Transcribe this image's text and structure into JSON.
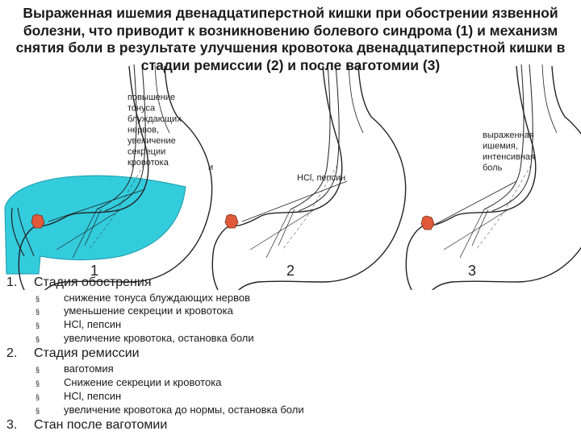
{
  "title": "Выраженная ишемия двенадцатиперстной кишки при обострении язвенной болезни, что приводит к возникновению болевого синдрома (1) и механизм снятия боли в результате улучшения кровотока двенадцатиперстной кишки в стадии ремиссии (2) и после ваготомии (3)",
  "figure": {
    "left_label_lines": [
      "повышение",
      "тонуса",
      "блуждающих",
      "нервов,",
      "увеличение",
      "секреции",
      "кровотока"
    ],
    "and_label": "и",
    "middle_label": "HCl, пепсин",
    "right_label_lines": [
      "выраженная",
      "ишемия,",
      "интенсивная",
      "боль"
    ],
    "panel_numbers": [
      "1",
      "2",
      "3"
    ],
    "colors": {
      "ischemia_fill": "#33ccdd",
      "ulcer": "#e05a3a",
      "line": "#222222"
    }
  },
  "stages": [
    {
      "number": "1.",
      "label": "Стадия обострения",
      "items": [
        "снижение тонуса блуждающих нервов",
        "уменьшение секреции и кровотока",
        "HCl, пепсин",
        "увеличение кровотока, остановка боли"
      ]
    },
    {
      "number": "2.",
      "label": "Стадия ремиссии",
      "items": [
        "ваготомия",
        "Снижение секреции и кровотока",
        "HCl, пепсин",
        "увеличение кровотока до нормы, остановка боли"
      ]
    },
    {
      "number": "3.",
      "label": "Стан после ваготомии",
      "items": []
    }
  ],
  "bullet_marker": "§"
}
